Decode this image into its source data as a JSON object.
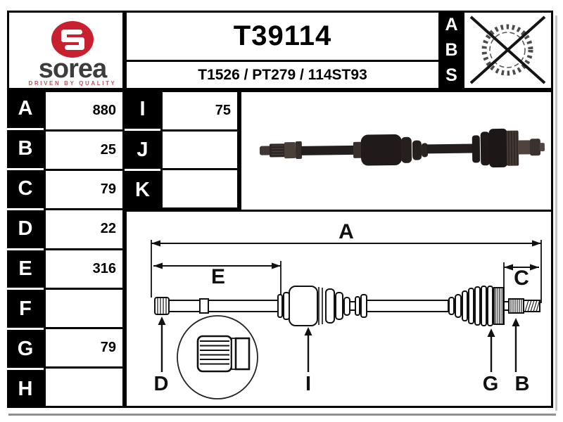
{
  "brand": {
    "name": "sorea",
    "tagline": "DRIVEN BY QUALITY",
    "logo_icon": "sorea-s-icon",
    "circle_color": "#c8202f",
    "text_color": "#3d3d3d",
    "tagline_color": "#c4545c"
  },
  "header": {
    "part_number": "T39114",
    "reference_line": "T1526 / PT279 / 114ST93"
  },
  "abs_indicator": {
    "letters": [
      "A",
      "B",
      "S"
    ],
    "icon": "abs-ring-crossed-icon",
    "crossed_out": true
  },
  "spec_table_left": [
    {
      "label": "A",
      "value": "880"
    },
    {
      "label": "B",
      "value": "25"
    },
    {
      "label": "C",
      "value": "79"
    },
    {
      "label": "D",
      "value": "22"
    },
    {
      "label": "E",
      "value": "316"
    },
    {
      "label": "F",
      "value": ""
    },
    {
      "label": "G",
      "value": "79"
    },
    {
      "label": "H",
      "value": ""
    }
  ],
  "spec_table_mid": [
    {
      "label": "I",
      "value": "75"
    },
    {
      "label": "J",
      "value": ""
    },
    {
      "label": "K",
      "value": ""
    }
  ],
  "diagram": {
    "dim_labels": {
      "A": "A",
      "E": "E",
      "C": "C"
    },
    "pointer_labels": {
      "D": "D",
      "I": "I",
      "G": "G",
      "B": "B"
    },
    "photo_icon": "driveshaft-photo",
    "drawing_icon": "driveshaft-dimension-drawing"
  }
}
